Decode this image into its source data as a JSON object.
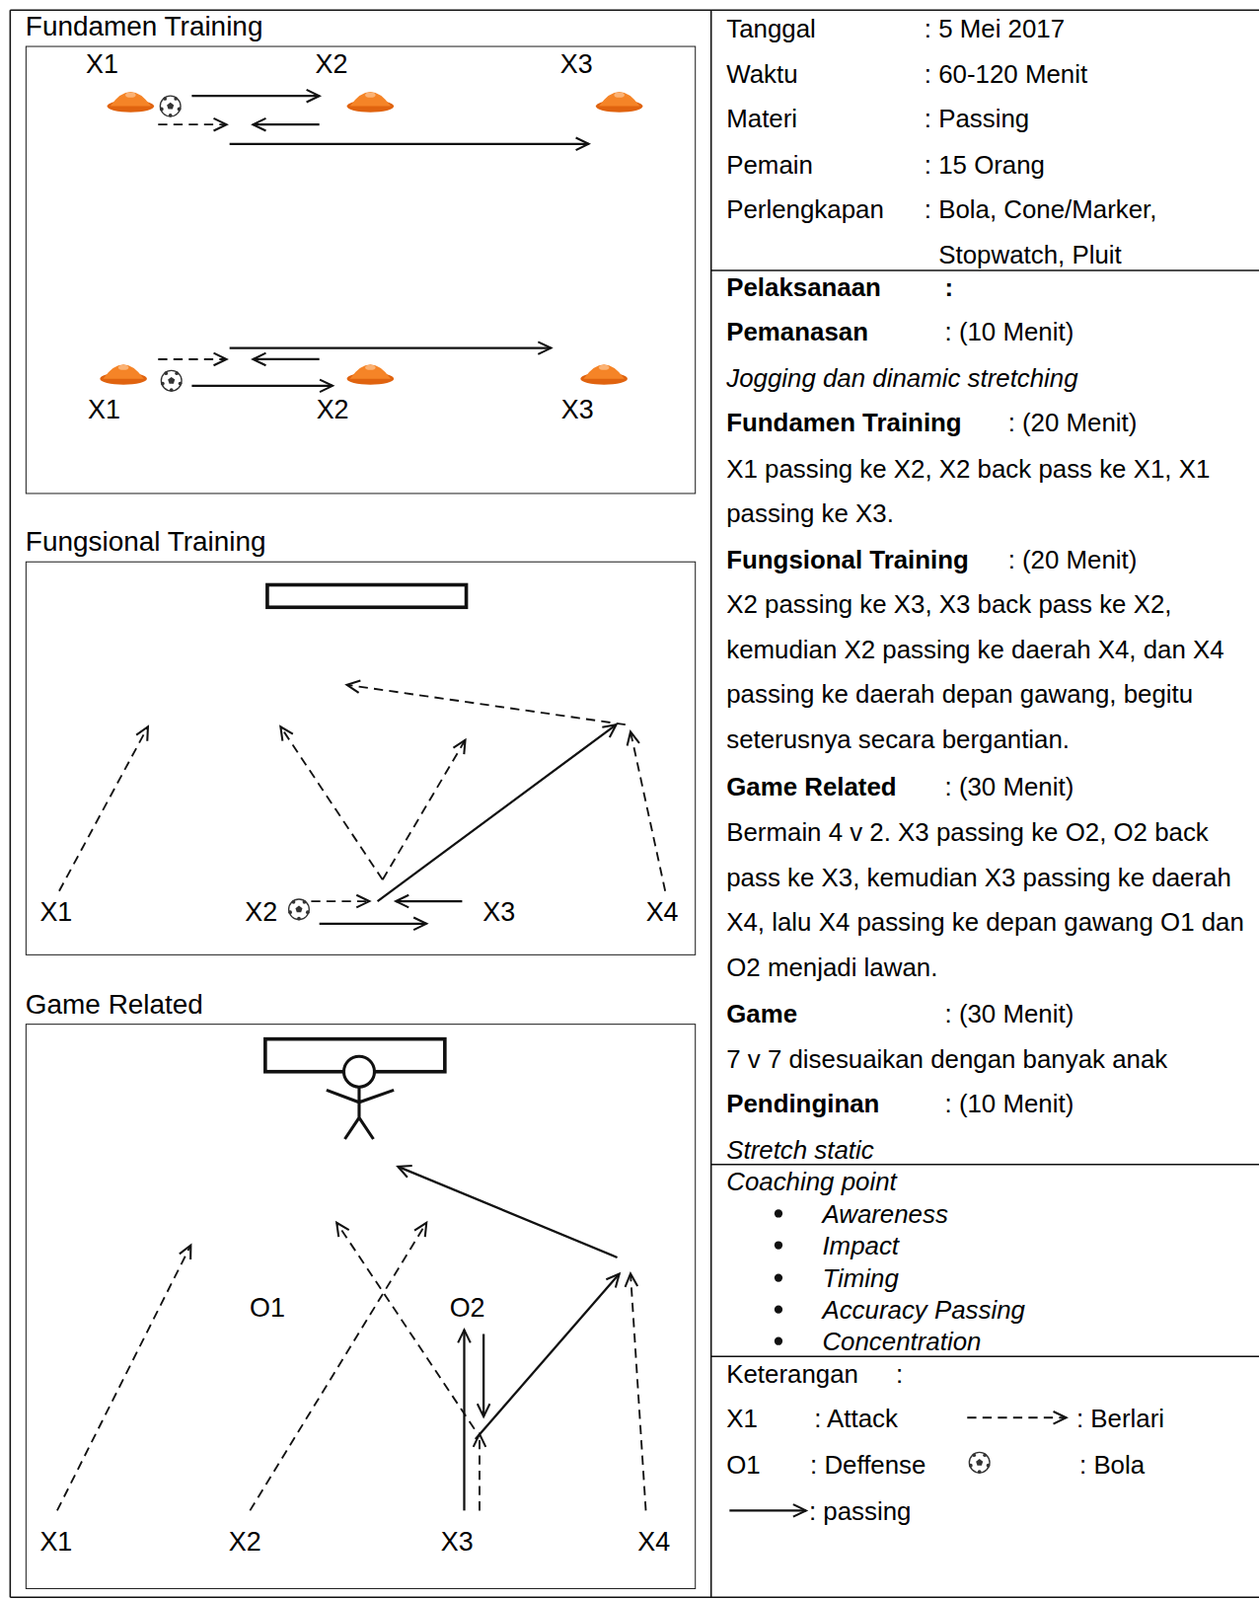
{
  "diagram": {
    "nodes": [
      {
        "text": [
          "Fundamen Training"
        ]
      },
      {
        "text": [
          "Fungsional Training"
        ]
      },
      {
        "text": [
          "Game Related"
        ]
      }
    ],
    "labels": [
      "X1",
      "X2",
      "X3",
      "X1",
      "X2",
      "X3",
      "X1",
      "X2",
      "X3",
      "X4",
      "O1",
      "O2",
      "X1",
      "X2",
      "X3",
      "X4",
      "Tanggal",
      ": 5 Mei 2017",
      "Waktu",
      ": 60-120 Menit",
      "Materi",
      ": Passing",
      "Pemain",
      ": 15 Orang",
      "Perlengkapan",
      ": Bola, Cone/Marker, Stopwatch, Pluit",
      "Pelaksanaan",
      ":",
      "Pemanasan",
      ": (10 Menit)",
      "Jogging dan dinamic stretching",
      "Fundamen Training",
      ": (20 Menit)",
      "X1 passing ke X2, X2 back pass ke X1, X1 passing ke X3.",
      "Fungsional Training",
      ": (20 Menit)",
      "X2 passing ke X3, X3 back pass ke X2, kemudian X2 passing ke daerah X4, dan X4 passing ke daerah depan gawang, begitu seterusnya secara bergantian.",
      "Game Related",
      ": (30 Menit)",
      "Bermain 4 v 2. X3 passing ke O2, O2 back pass ke X3, kemudian X3 passing ke daerah X4, lalu X4 passing ke depan gawang O1 dan O2 menjadi lawan.",
      "Game",
      ": (30 Menit)",
      "7 v 7 disesuaikan dengan banyak anak",
      "Pendinginan",
      ": (10 Menit)",
      "Stretch static",
      "Coaching point",
      "Awareness",
      "Impact",
      "Timing",
      "Accuracy Passing",
      "Concentration",
      "Keterangan",
      ":",
      "X1",
      ": Attack",
      "O1",
      ": Deffense"
    ],
    "legend": [
      {
        "text": ": Berlari"
      },
      {
        "text": ": Bola"
      },
      {
        "text": ": passing"
      }
    ]
  }
}
